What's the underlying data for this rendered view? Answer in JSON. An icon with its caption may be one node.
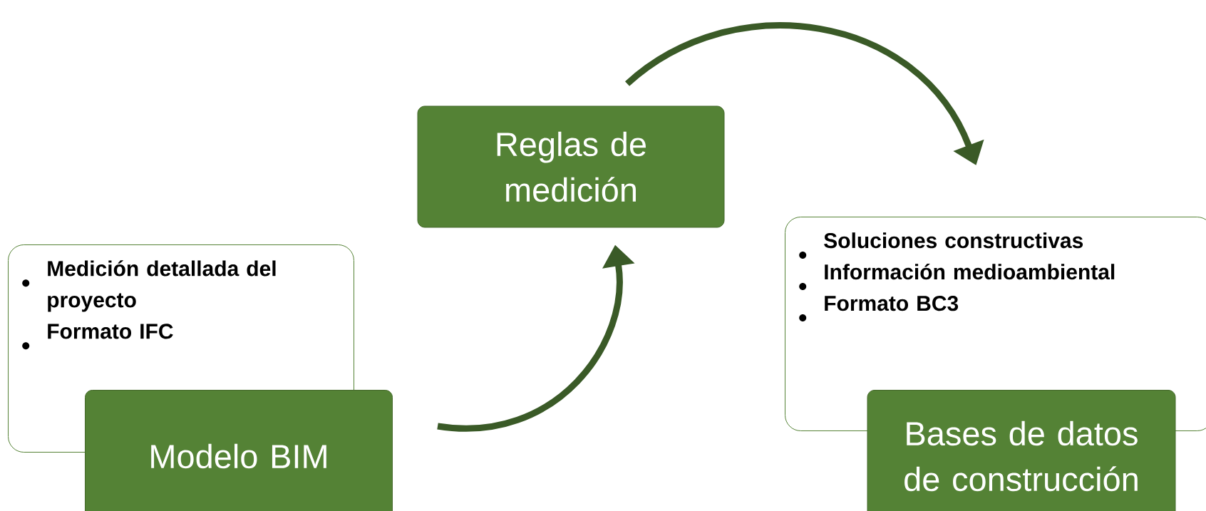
{
  "diagram": {
    "nodes": [
      {
        "text": [
          "Medición detallada del proyecto",
          "Formato IFC"
        ]
      },
      {
        "text": [
          "Modelo BIM"
        ]
      },
      {
        "text": [
          "Reglas de medición"
        ]
      },
      {
        "text": [
          "Soluciones constructivas",
          "Información medioambiental",
          "Formato BC3"
        ]
      },
      {
        "text": [
          "Bases de datos de construcción"
        ]
      }
    ],
    "edges": [
      {
        "from": 1,
        "to": 2,
        "arrow": "to"
      },
      {
        "from": 2,
        "to": 3,
        "arrow": "to"
      }
    ]
  }
}
